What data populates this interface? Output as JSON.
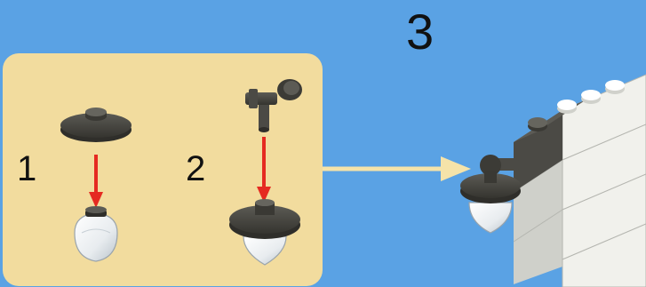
{
  "main_step": "3",
  "substeps": [
    {
      "number": "1"
    },
    {
      "number": "2"
    }
  ],
  "colors": {
    "background": "#5aa2e4",
    "callout_panel": "#f2dc9e",
    "arrow_red": "#e52a21",
    "arrow_callout": "#f5e3a9",
    "brick_dark": "#4b4a45",
    "brick_white": "#f1f1ec"
  },
  "icons": [
    "round-plate-icon",
    "lamp-globe-icon",
    "bracket-icon",
    "lamp-assembly-icon",
    "wall-icon"
  ]
}
